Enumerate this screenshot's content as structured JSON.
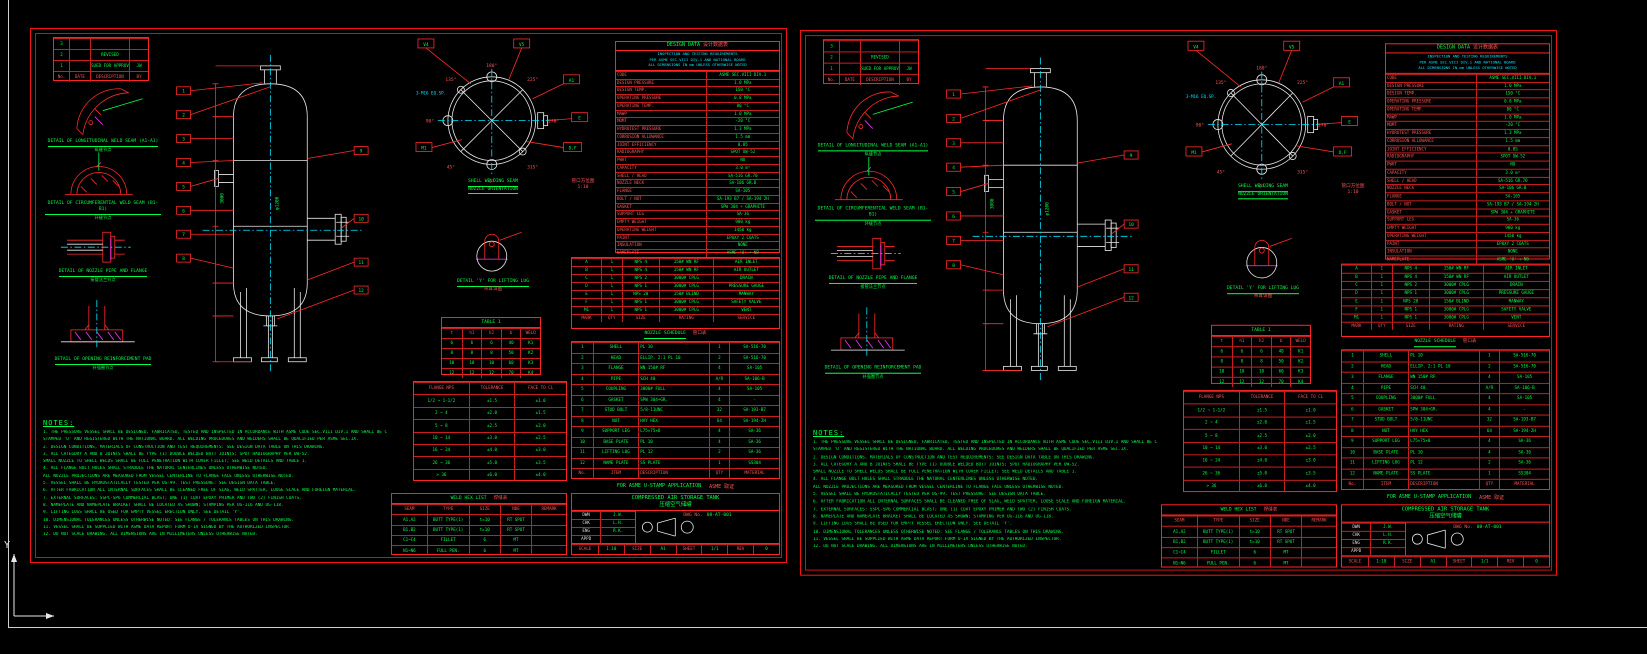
{
  "ucs": {
    "axis_label": "Y"
  },
  "sheet": {
    "rev_table": {
      "headers": [
        "No.",
        "DATE",
        "DESCRIPTION",
        "BY"
      ],
      "rows": [
        [
          "3",
          "",
          "",
          ""
        ],
        [
          "2",
          "",
          "REVISED",
          ""
        ],
        [
          "1",
          "",
          "ISSUED FOR APPROVAL",
          "JW"
        ]
      ]
    },
    "details": [
      {
        "caption": "DETAIL OF LONGITUDINAL WELD SEAM (A1-A1)",
        "sub": "纵缝节点"
      },
      {
        "caption": "DETAIL OF CIRCUMFERENTIAL WELD SEAM (B1-B1)",
        "sub": "环缝节点"
      },
      {
        "caption": "DETAIL OF NOZZLE PIPE AND FLANGE",
        "sub": "接管法兰节点"
      },
      {
        "caption": "DETAIL OF OPENING REINFORCEMENT PAD",
        "sub": "补强圈节点"
      }
    ],
    "vessel": {
      "dim_height": "3000",
      "dim_dia": "φ1200"
    },
    "balloons": [
      "1",
      "2",
      "3",
      "4",
      "5",
      "6",
      "7",
      "8",
      "9",
      "10",
      "11",
      "12"
    ],
    "orientation": {
      "angles": [
        "180°",
        "135°",
        "90°",
        "45°",
        "0°",
        "315°",
        "270°",
        "225°"
      ],
      "tags": [
        "V4",
        "V5",
        "A1",
        "E",
        "D,F",
        "M1"
      ],
      "note": "3-M16 EQ.SP.",
      "caption1": "SHELL WELDING SEAM",
      "caption2": "NOZZLE ORIENTATION",
      "caption_cn1": "管口方位图",
      "caption_cn2": "1:10"
    },
    "lug_detail": {
      "caption": "DETAIL 'Y' FOR LIFTING LUG",
      "sub": "吊耳详图"
    },
    "design_table": {
      "title": "DESIGN DATA",
      "title_cn": "设计数据表",
      "header_lines": [
        "INSPECTION AND TESTING REQUIREMENTS",
        "PER ASME SEC.VIII DIV.1 AND NATIONAL BOARD",
        "ALL DIMENSIONS IN mm UNLESS OTHERWISE NOTED"
      ],
      "rows": [
        [
          "CODE",
          "ASME SEC.VIII DIV.1"
        ],
        [
          "DESIGN PRESSURE",
          "1.0 MPa"
        ],
        [
          "DESIGN TEMP.",
          "150 °C"
        ],
        [
          "OPERATING PRESSURE",
          "0.8 MPa"
        ],
        [
          "OPERATING TEMP.",
          "80 °C"
        ],
        [
          "MAWP",
          "1.0 MPa"
        ],
        [
          "MDMT",
          "-20 °C"
        ],
        [
          "HYDROTEST PRESSURE",
          "1.3 MPa"
        ],
        [
          "CORROSION ALLOWANCE",
          "1.5 mm"
        ],
        [
          "JOINT EFFICIENCY",
          "0.85"
        ],
        [
          "RADIOGRAPHY",
          "SPOT UW-52"
        ],
        [
          "PWHT",
          "NO"
        ],
        [
          "CAPACITY",
          "3.0 m³"
        ],
        [
          "SHELL / HEAD",
          "SA-516 GR.70"
        ],
        [
          "NOZZLE NECK",
          "SA-106 GR.B"
        ],
        [
          "FLANGE",
          "SA-105"
        ],
        [
          "BOLT / NUT",
          "SA-193 B7 / SA-194 2H"
        ],
        [
          "GASKET",
          "SPW 304 + GRAPHITE"
        ],
        [
          "SUPPORT LEG",
          "SA-36"
        ],
        [
          "EMPTY WEIGHT",
          "980 kg"
        ],
        [
          "OPERATING WEIGHT",
          "1450 kg"
        ],
        [
          "PAINT",
          "EPOXY 2 COATS"
        ],
        [
          "INSULATION",
          "NONE"
        ],
        [
          "NAMEPLATE",
          "ASME 'U' + NB"
        ]
      ]
    },
    "nozzle_schedule": {
      "title": "NOZZLE SCHEDULE",
      "title_cn": "管口表",
      "headers": [
        "MARK",
        "QTY",
        "SIZE",
        "RATING",
        "SERVICE"
      ],
      "rows": [
        [
          "A",
          "1",
          "NPS 4",
          "150# WN RF",
          "AIR INLET"
        ],
        [
          "B",
          "1",
          "NPS 4",
          "150# WN RF",
          "AIR OUTLET"
        ],
        [
          "C",
          "1",
          "NPS 2",
          "3000# CPLG",
          "DRAIN"
        ],
        [
          "D",
          "1",
          "NPS 1",
          "3000# CPLG",
          "PRESSURE GAUGE"
        ],
        [
          "E",
          "1",
          "NPS 20",
          "150# BLIND",
          "MANWAY"
        ],
        [
          "F",
          "1",
          "NPS 1",
          "3000# CPLG",
          "SAFETY VALVE"
        ],
        [
          "M1",
          "1",
          "NPS 1",
          "3000# CPLG",
          "VENT"
        ]
      ]
    },
    "table1": {
      "title": "TABLE 1",
      "headers": [
        "t",
        "h1",
        "h2",
        "b",
        "WELD"
      ],
      "rows": [
        [
          "6",
          "6",
          "6",
          "40",
          "K1"
        ],
        [
          "8",
          "8",
          "8",
          "50",
          "K2"
        ],
        [
          "10",
          "10",
          "10",
          "60",
          "K3"
        ],
        [
          "12",
          "12",
          "12",
          "70",
          "K4"
        ]
      ]
    },
    "flange_table": {
      "headers": [
        "FLANGE NPS",
        "TOLERANCE",
        "FACE TO CL"
      ],
      "rows": [
        [
          "1/2 ~ 1-1/2",
          "±1.5",
          "±1.0"
        ],
        [
          "2 ~ 4",
          "±2.0",
          "±1.5"
        ],
        [
          "5 ~ 8",
          "±2.5",
          "±2.0"
        ],
        [
          "10 ~ 14",
          "±3.0",
          "±2.5"
        ],
        [
          "16 ~ 24",
          "±4.0",
          "±3.0"
        ],
        [
          "26 ~ 36",
          "±5.0",
          "±3.5"
        ],
        [
          "> 36",
          "±6.0",
          "±4.0"
        ]
      ]
    },
    "bom_table": {
      "headers": [
        "No.",
        "ITEM",
        "DESCRIPTION",
        "QTY",
        "MATERIAL"
      ],
      "rows": [
        [
          "1",
          "SHELL",
          "PL 10",
          "1",
          "SA-516-70"
        ],
        [
          "2",
          "HEAD",
          "ELLIP. 2:1 PL 10",
          "2",
          "SA-516-70"
        ],
        [
          "3",
          "FLANGE",
          "WN 150# RF",
          "4",
          "SA-105"
        ],
        [
          "4",
          "PIPE",
          "SCH 40",
          "A/R",
          "SA-106-B"
        ],
        [
          "5",
          "COUPLING",
          "3000# FULL",
          "4",
          "SA-105"
        ],
        [
          "6",
          "GASKET",
          "SPW 304+GR.",
          "4",
          "-"
        ],
        [
          "7",
          "STUD BOLT",
          "5/8-11UNC",
          "32",
          "SA-193-B7"
        ],
        [
          "8",
          "NUT",
          "HVY HEX",
          "64",
          "SA-194-2H"
        ],
        [
          "9",
          "SUPPORT LEG",
          "L75×75×8",
          "4",
          "SA-36"
        ],
        [
          "10",
          "BASE PLATE",
          "PL 10",
          "4",
          "SA-36"
        ],
        [
          "11",
          "LIFTING LUG",
          "PL 12",
          "2",
          "SA-36"
        ],
        [
          "12",
          "NAME PLATE",
          "SS PLATE",
          "1",
          "SS304"
        ]
      ]
    },
    "banner": {
      "text": "FOR  ASME U-STAMP APPLICATION",
      "text_cn": "ASME 取证"
    },
    "weld_list": {
      "title": "WELD HEX LIST",
      "title_cn": "焊缝表",
      "headers": [
        "SEAM",
        "TYPE",
        "SIZE",
        "NDE",
        "REMARK"
      ],
      "rows": [
        [
          "A1,A2",
          "BUTT TYPE(1)",
          "t=10",
          "RT SPOT",
          ""
        ],
        [
          "B1,B2",
          "BUTT TYPE(1)",
          "t=10",
          "RT SPOT",
          ""
        ],
        [
          "C1~C4",
          "FILLET",
          "6",
          "MT",
          ""
        ],
        [
          "N1~N6",
          "FULL PEN.",
          "6",
          "MT",
          ""
        ]
      ]
    },
    "title_block": {
      "title_en": "COMPRESSED AIR STORAGE TANK",
      "title_cn": "压缩空气储罐",
      "sign_rows": [
        [
          "DWN",
          "J.W."
        ],
        [
          "CHK",
          "L.H."
        ],
        [
          "ENG",
          "R.K."
        ],
        [
          "APPD",
          ""
        ]
      ],
      "dwg_label": "DWG No.",
      "dwg_no": "08-AT-001",
      "fields_row": [
        "SCALE",
        "1:10",
        "SIZE",
        "A1",
        "SHEET",
        "1/1",
        "REV",
        "0"
      ]
    },
    "notes": {
      "title": "NOTES:",
      "lines": [
        "1. THE PRESSURE VESSEL SHALL BE DESIGNED, FABRICATED, TESTED AND INSPECTED IN ACCORDANCE WITH ASME CODE SEC.VIII DIV.1 AND SHALL BE CODE",
        "   STAMPED 'U' AND REGISTERED WITH THE NATIONAL BOARD. ALL WELDING PROCEDURES AND WELDERS SHALL BE QUALIFIED PER ASME SEC.IX.",
        "2. DESIGN CONDITIONS, MATERIALS OF CONSTRUCTION AND TEST REQUIREMENTS: SEE DESIGN DATA TABLE ON THIS DRAWING.",
        "3. ALL CATEGORY A AND B JOINTS SHALL BE TYPE (1) DOUBLE WELDED BUTT JOINTS; SPOT RADIOGRAPHY PER UW-52.",
        "   SMALL NOZZLE TO SHELL WELDS SHALL BE FULL PENETRATION WITH COVER FILLET; SEE WELD DETAILS AND TABLE 1.",
        "4. ALL FLANGE BOLT HOLES SHALL STRADDLE THE NATURAL CENTERLINES UNLESS OTHERWISE NOTED.",
        "   ALL NOZZLE PROJECTIONS ARE MEASURED FROM VESSEL CENTERLINE TO FLANGE FACE UNLESS OTHERWISE NOTED.",
        "5. VESSEL SHALL BE HYDROSTATICALLY TESTED PER UG-99. TEST PRESSURE: SEE DESIGN DATA TABLE.",
        "6. AFTER FABRICATION ALL INTERNAL SURFACES SHALL BE CLEANED FREE OF SLAG, WELD SPATTER, LOOSE SCALE AND FOREIGN MATERIAL.",
        "7. EXTERNAL SURFACES: SSPC-SP6 COMMERCIAL BLAST; ONE (1) COAT EPOXY PRIMER AND TWO (2) FINISH COATS.",
        "8. NAMEPLATE AND NAMEPLATE BRACKET SHALL BE LOCATED AS SHOWN; STAMPING PER UG-116 AND UG-118.",
        "9. LIFTING LUGS SHALL BE USED FOR EMPTY VESSEL ERECTION ONLY. SEE DETAIL 'Y'.",
        "10. DIMENSIONAL TOLERANCES UNLESS OTHERWISE NOTED: SEE FLANGE / TOLERANCE TABLES ON THIS DRAWING.",
        "11. VESSEL SHALL BE SUPPLIED WITH ASME DATA REPORT FORM U-1A SIGNED BY THE AUTHORIZED INSPECTOR.",
        "12. DO NOT SCALE DRAWING. ALL DIMENSIONS ARE IN MILLIMETERS UNLESS OTHERWISE NOTED."
      ]
    }
  }
}
